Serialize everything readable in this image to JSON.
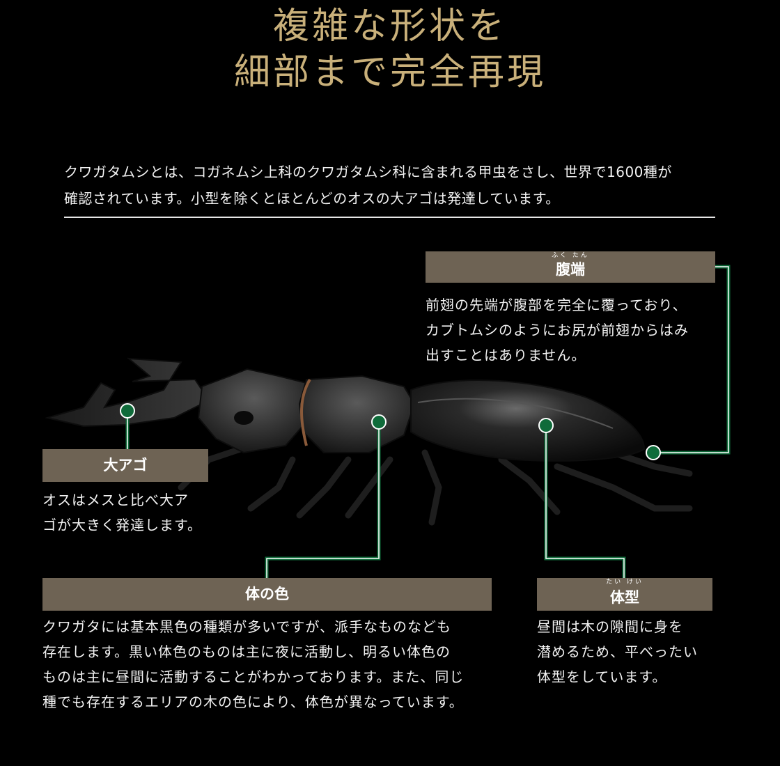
{
  "title": {
    "line1": "複雑な形状を",
    "line2": "細部まで完全再現"
  },
  "intro": {
    "line1": "クワガタムシとは、コガネムシ上科のクワガタムシ科に含まれる甲虫をさし、世界で1600種が",
    "line2": "確認されています。小型を除くとほとんどのオスの大アゴは発達しています。"
  },
  "callouts": {
    "abdomen_tip": {
      "ruby": "ふく たん",
      "label": "腹端",
      "lines": [
        "前翅の先端が腹部を完全に覆っており、",
        "カブトムシのようにお尻が前翅からはみ",
        "出すことはありません。"
      ]
    },
    "mandible": {
      "label": "大アゴ",
      "lines": [
        "オスはメスと比べ大ア",
        "ゴが大きく発達します。"
      ]
    },
    "body_color": {
      "label": "体の色",
      "lines": [
        "クワガタには基本黒色の種類が多いですが、派手なものなども",
        "存在します。黒い体色のものは主に夜に活動し、明るい体色の",
        "ものは主に昼間に活動することがわかっております。また、同じ",
        "種でも存在するエリアの木の色により、体色が異なっています。"
      ]
    },
    "body_shape": {
      "ruby": "たい けい",
      "label": "体型",
      "lines": [
        "昼間は木の隙間に身を",
        "潜めるため、平べったい",
        "体型をしています。"
      ]
    }
  },
  "colors": {
    "title_gold": "#c9b07a",
    "bar_brown": "#6e6354",
    "marker_green": "#0f6b3a"
  }
}
